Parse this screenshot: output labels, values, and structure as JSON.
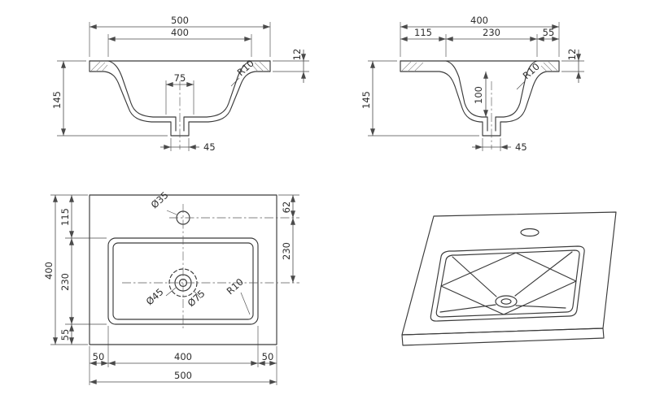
{
  "colors": {
    "outline": "#3a3a3a",
    "dimension": "#4a4a4a",
    "text": "#2d2d2d",
    "background": "#ffffff"
  },
  "front_view": {
    "d500": "500",
    "d400": "400",
    "d75": "75",
    "r10": "R10",
    "d145": "145",
    "d12": "12",
    "d45": "45"
  },
  "side_view": {
    "d400": "400",
    "d115": "115",
    "d230": "230",
    "d55": "55",
    "d100": "100",
    "r10": "R10",
    "d145": "145",
    "d12": "12",
    "d45": "45"
  },
  "plan_view": {
    "dia35": "Ø35",
    "d62": "62",
    "d230_right": "230",
    "d115": "115",
    "d230": "230",
    "d55": "55",
    "d400": "400",
    "dia45": "Ø45",
    "dia75": "Ø75",
    "r10": "R10",
    "d50_left": "50",
    "d400_bottom": "400",
    "d50_right": "50",
    "d500": "500"
  }
}
